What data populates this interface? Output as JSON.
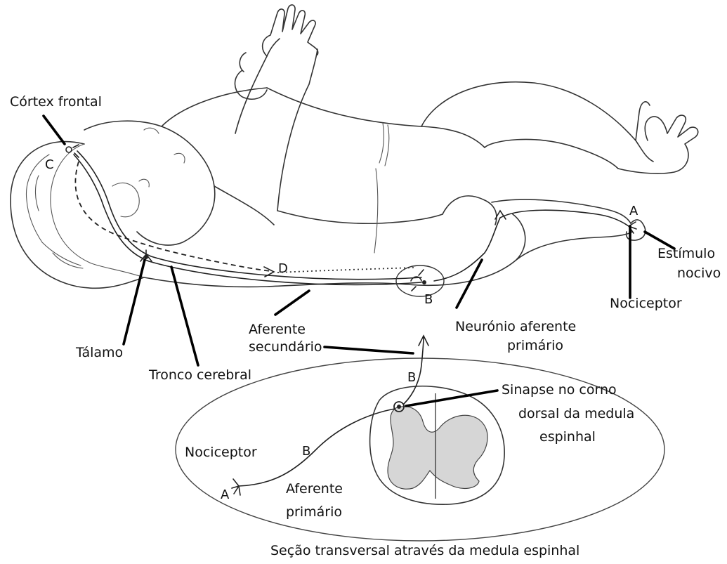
{
  "figure": {
    "labels": {
      "frontal_cortex": "Córtex frontal",
      "thalamus": "Tálamo",
      "brainstem": "Tronco cerebral",
      "secondary_afferent_line1": "Aferente",
      "secondary_afferent_line2": "secundário",
      "primary_afferent_neuron_line1": "Neurónio aferente",
      "primary_afferent_neuron_line2": "primário",
      "noxious_stimulus_line1": "Estímulo",
      "noxious_stimulus_line2": "nocivo",
      "nociceptor_body": "Nociceptor",
      "synapse_line1": "Sinapse no corno",
      "synapse_line2": "dorsal da medula",
      "synapse_line3": "espinhal",
      "nociceptor_inset": "Nociceptor",
      "primary_afferent_line1": "Aferente",
      "primary_afferent_line2": "primário",
      "caption": "Seção transversal através da medula espinhal"
    },
    "letters": {
      "a_foot": "A",
      "b_spine": "B",
      "c_cortex": "C",
      "d_pathway": "D",
      "b_inset_top": "B",
      "b_inset_fiber": "B",
      "a_inset": "A"
    }
  }
}
